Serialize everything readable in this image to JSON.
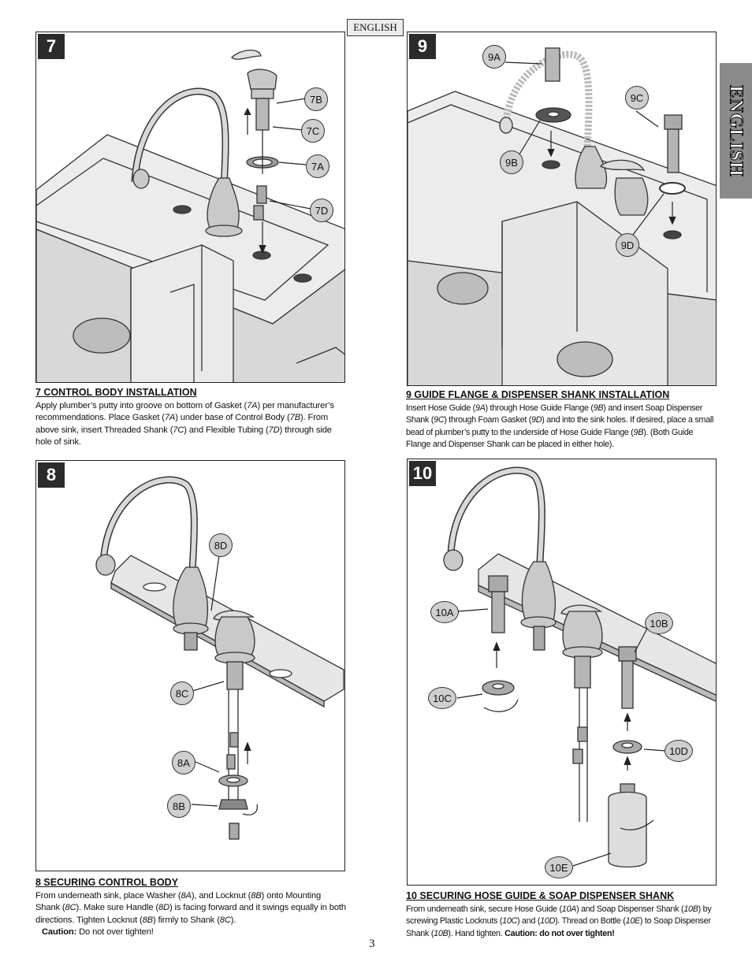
{
  "header": {
    "language_tab": "ENGLISH",
    "side_tab": "ENGLISH"
  },
  "steps": [
    {
      "number": "7",
      "title": "7  CONTROL BODY INSTALLATION",
      "callouts": [
        "7B",
        "7C",
        "7A",
        "7D"
      ],
      "text": [
        "Apply plumber’s putty into groove on bottom of Gasket (",
        "7A",
        ") per manufacturer’s recommendations.  Place Gasket (",
        "7A",
        ") under base of Control Body (",
        "7B",
        ").  From above sink, insert Threaded Shank (",
        "7C",
        ") and Flexible Tubing (",
        "7D",
        ") through side hole of sink."
      ]
    },
    {
      "number": "9",
      "title": "9  GUIDE FLANGE & DISPENSER SHANK INSTALLATION",
      "callouts": [
        "9A",
        "9C",
        "9B",
        "9D"
      ],
      "text": [
        "Insert Hose Guide (",
        "9A",
        ") through Hose Guide Flange (",
        "9B",
        ") and insert Soap Dispenser Shank (",
        "9C",
        ") through Foam Gasket (",
        "9D",
        ") and into the sink holes.  If desired, place a small bead of plumber’s putty to the underside of Hose Guide Flange (",
        "9B",
        "). (Both Guide Flange and Dispenser Shank can be placed in either hole)."
      ]
    },
    {
      "number": "8",
      "title": "8  SECURING CONTROL BODY",
      "callouts": [
        "8D",
        "8C",
        "8A",
        "8B"
      ],
      "text": [
        "From underneath sink, place Washer (",
        "8A",
        "), and Locknut (",
        "8B",
        ") onto Mounting Shank (",
        "8C",
        ").  Make sure Handle (",
        "8D",
        ") is facing forward and it swings equally in both directions.  Tighten Locknut (",
        "8B",
        ") firmly to Shank (",
        "8C",
        ")."
      ],
      "caution_label": "Caution:",
      "caution_text": " Do not over tighten!"
    },
    {
      "number": "10",
      "title": "10  SECURING HOSE GUIDE & SOAP DISPENSER SHANK",
      "callouts": [
        "10A",
        "10B",
        "10C",
        "10D",
        "10E"
      ],
      "text": [
        "From underneath sink, secure Hose Guide (",
        "10A",
        ") and Soap Dispenser Shank (",
        "10B",
        ") by screwing Plastic Locknuts (",
        "10C",
        ") and (",
        "10D",
        "). Thread on Bottle (",
        "10E",
        ") to Soap Dispenser Shank (",
        "10B",
        ").  Hand tighten.  "
      ],
      "caution_text": "Caution: do not over tighten!"
    }
  ],
  "page_number": "3"
}
